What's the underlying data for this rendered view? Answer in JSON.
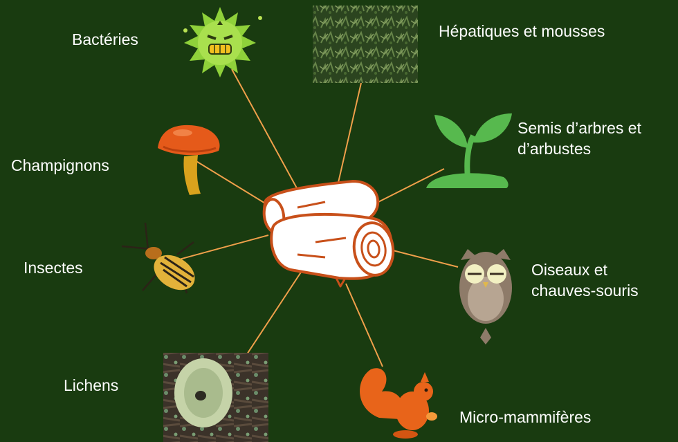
{
  "diagram": {
    "center": {
      "icon": "dead-wood-logs-icon"
    },
    "line_color": "#f0a04b",
    "background": "#193b10",
    "items": [
      {
        "key": "bacteries",
        "label_lines": [
          "Bactéries"
        ],
        "icon": "bacteria-icon"
      },
      {
        "key": "hepatiques",
        "label_lines": [
          "Hépatiques et mousses"
        ],
        "icon": "moss-photo"
      },
      {
        "key": "semis",
        "label_lines": [
          "Semis d’arbres et",
          "d’arbustes"
        ],
        "icon": "seedling-icon"
      },
      {
        "key": "champignons",
        "label_lines": [
          "Champignons"
        ],
        "icon": "mushroom-icon"
      },
      {
        "key": "insectes",
        "label_lines": [
          "Insectes"
        ],
        "icon": "beetle-icon"
      },
      {
        "key": "oiseaux",
        "label_lines": [
          "Oiseaux et",
          "chauves-souris"
        ],
        "icon": "owl-icon"
      },
      {
        "key": "lichens",
        "label_lines": [
          "Lichens"
        ],
        "icon": "lichen-photo"
      },
      {
        "key": "micro",
        "label_lines": [
          "Micro-mammifères"
        ],
        "icon": "squirrel-icon"
      }
    ]
  }
}
